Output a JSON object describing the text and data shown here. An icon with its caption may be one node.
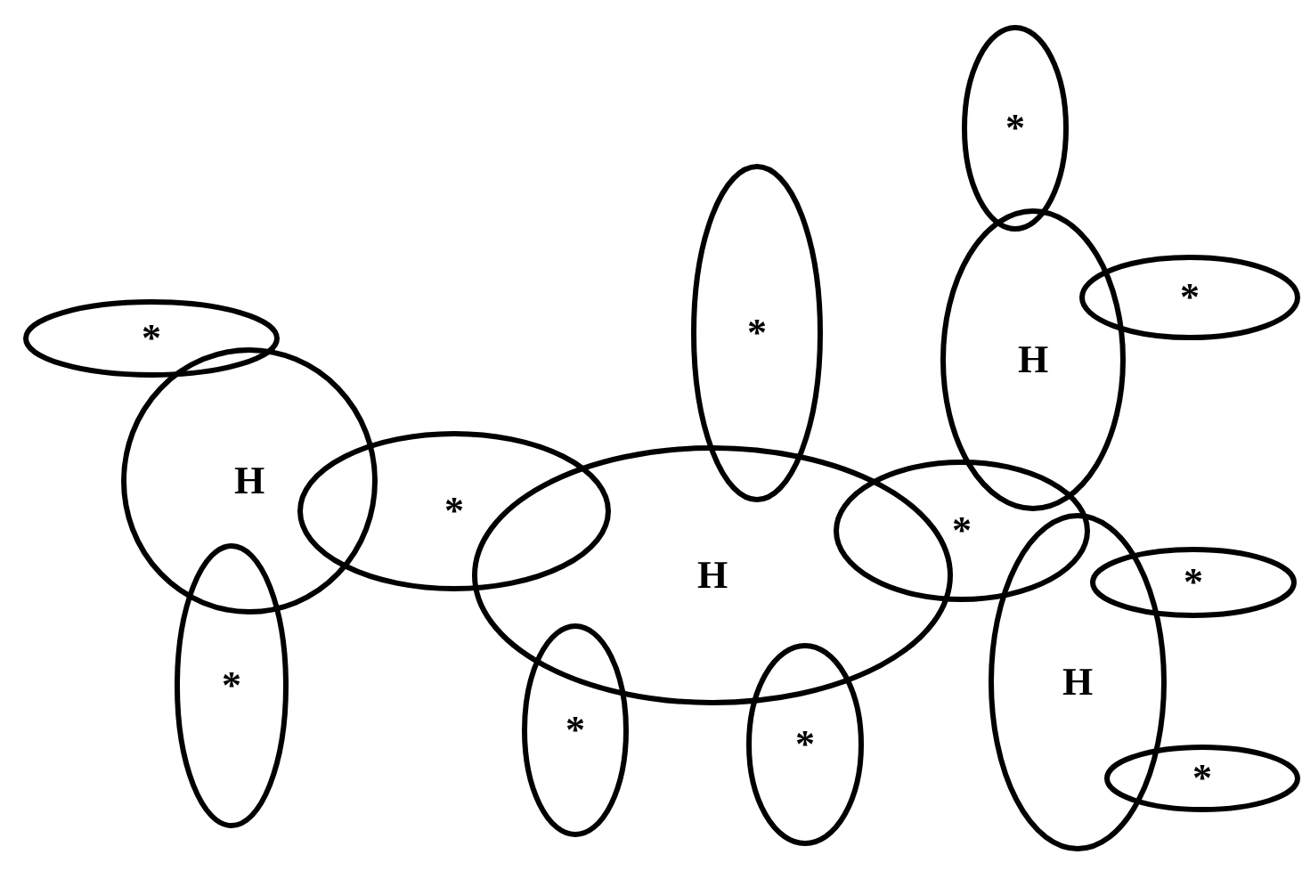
{
  "diagram": {
    "nodes": [
      {
        "text": [
          "*"
        ]
      },
      {
        "text": [
          "*"
        ]
      },
      {
        "text": [
          "*"
        ]
      },
      {
        "text": [
          "H"
        ]
      },
      {
        "text": [
          "*"
        ]
      },
      {
        "text": [
          "H"
        ]
      },
      {
        "text": [
          "*"
        ]
      },
      {
        "text": [
          "H"
        ]
      },
      {
        "text": [
          "*"
        ]
      },
      {
        "text": [
          "*"
        ]
      },
      {
        "text": [
          "*"
        ]
      },
      {
        "text": [
          "H"
        ]
      },
      {
        "text": [
          "*"
        ]
      },
      {
        "text": [
          "*"
        ]
      },
      {
        "text": [
          "*"
        ]
      }
    ]
  }
}
